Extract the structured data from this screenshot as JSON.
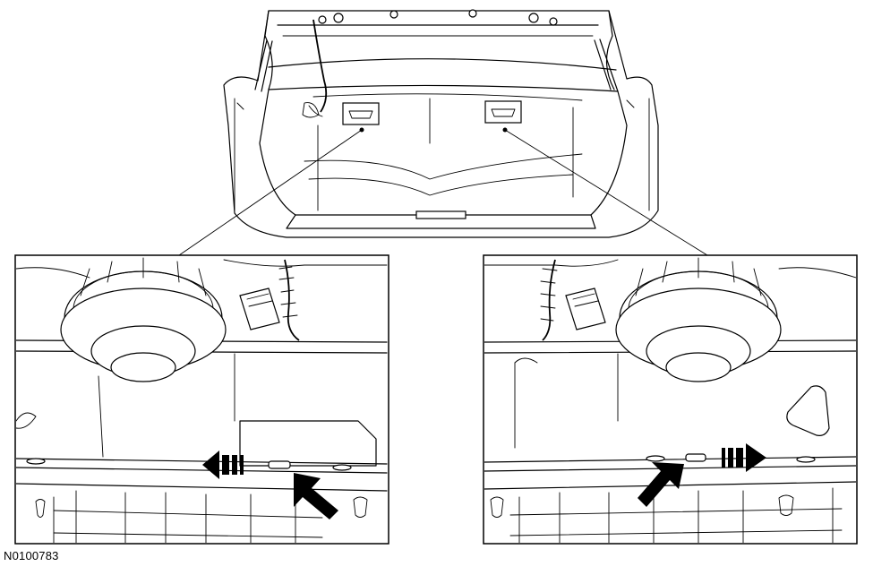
{
  "figure": {
    "reference_id": "N0100783"
  },
  "colors": {
    "line": "#000000",
    "background": "#ffffff"
  },
  "callouts": [
    {
      "name": "left-detail",
      "arrow": "release-left"
    },
    {
      "name": "right-detail",
      "arrow": "release-right"
    }
  ]
}
